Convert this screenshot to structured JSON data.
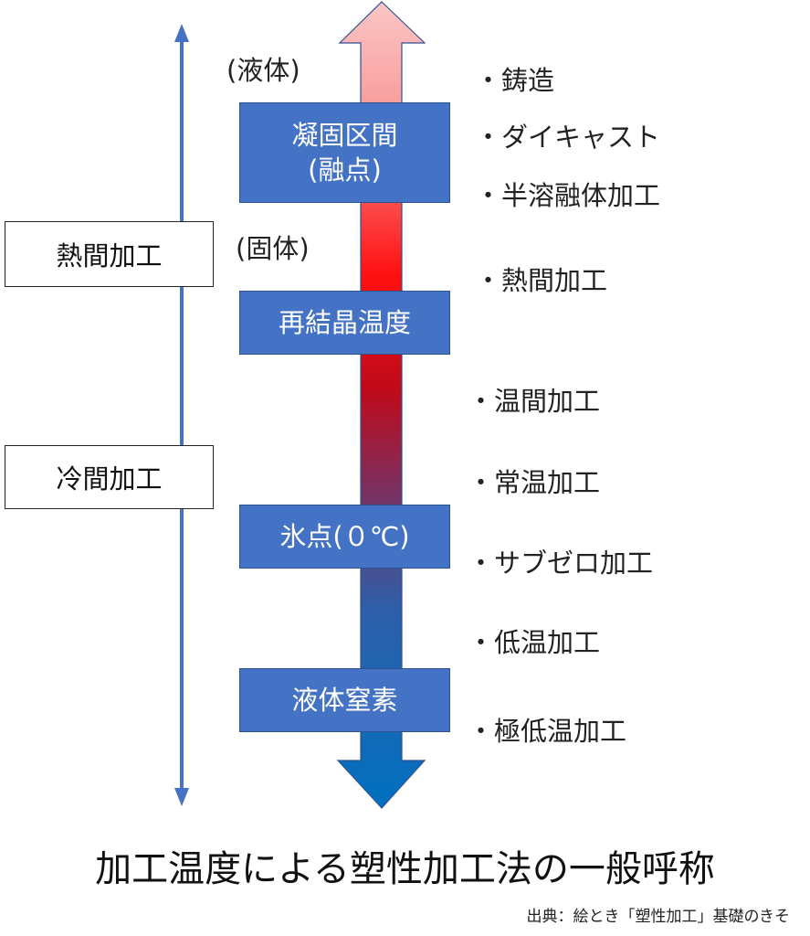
{
  "left_axis": {
    "color": "#4472c4",
    "labels": [
      {
        "text": "熱間加工"
      },
      {
        "text": "冷間加工"
      }
    ]
  },
  "temperature_arrow": {
    "colors": [
      "#fbc6c6",
      "#ff1010",
      "#c00a1a",
      "#7d2e5c",
      "#2e5ea8",
      "#0070c0"
    ]
  },
  "states": {
    "liquid": "(液体)",
    "solid": "(固体)"
  },
  "stages": [
    {
      "line1": "凝固区間",
      "line2": "(融点)"
    },
    {
      "line1": "再結晶温度"
    },
    {
      "line1": "氷点(０℃)"
    },
    {
      "line1": "液体窒素"
    }
  ],
  "methods": [
    "・鋳造",
    "・ダイキャスト",
    "・半溶融体加工",
    "・熱間加工",
    "・温間加工",
    "・常温加工",
    "・サブゼロ加工",
    "・低温加工",
    "・極低温加工"
  ],
  "title": "加工温度による塑性加工法の一般呼称",
  "source": "出典：絵とき「塑性加工」基礎のきそ"
}
